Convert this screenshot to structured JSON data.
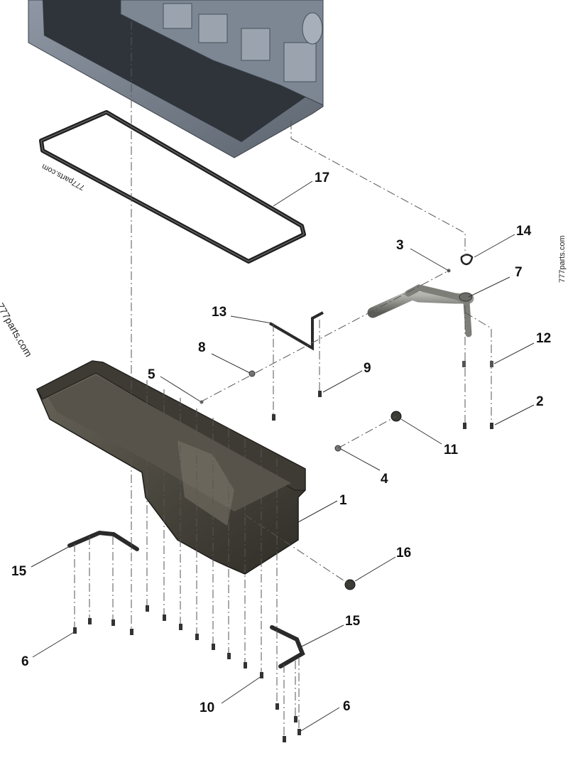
{
  "diagram": {
    "callouts": [
      "1",
      "2",
      "3",
      "4",
      "5",
      "6",
      "6",
      "7",
      "8",
      "9",
      "10",
      "11",
      "12",
      "13",
      "14",
      "15",
      "15",
      "16",
      "17"
    ],
    "watermark": "777parts.com"
  }
}
